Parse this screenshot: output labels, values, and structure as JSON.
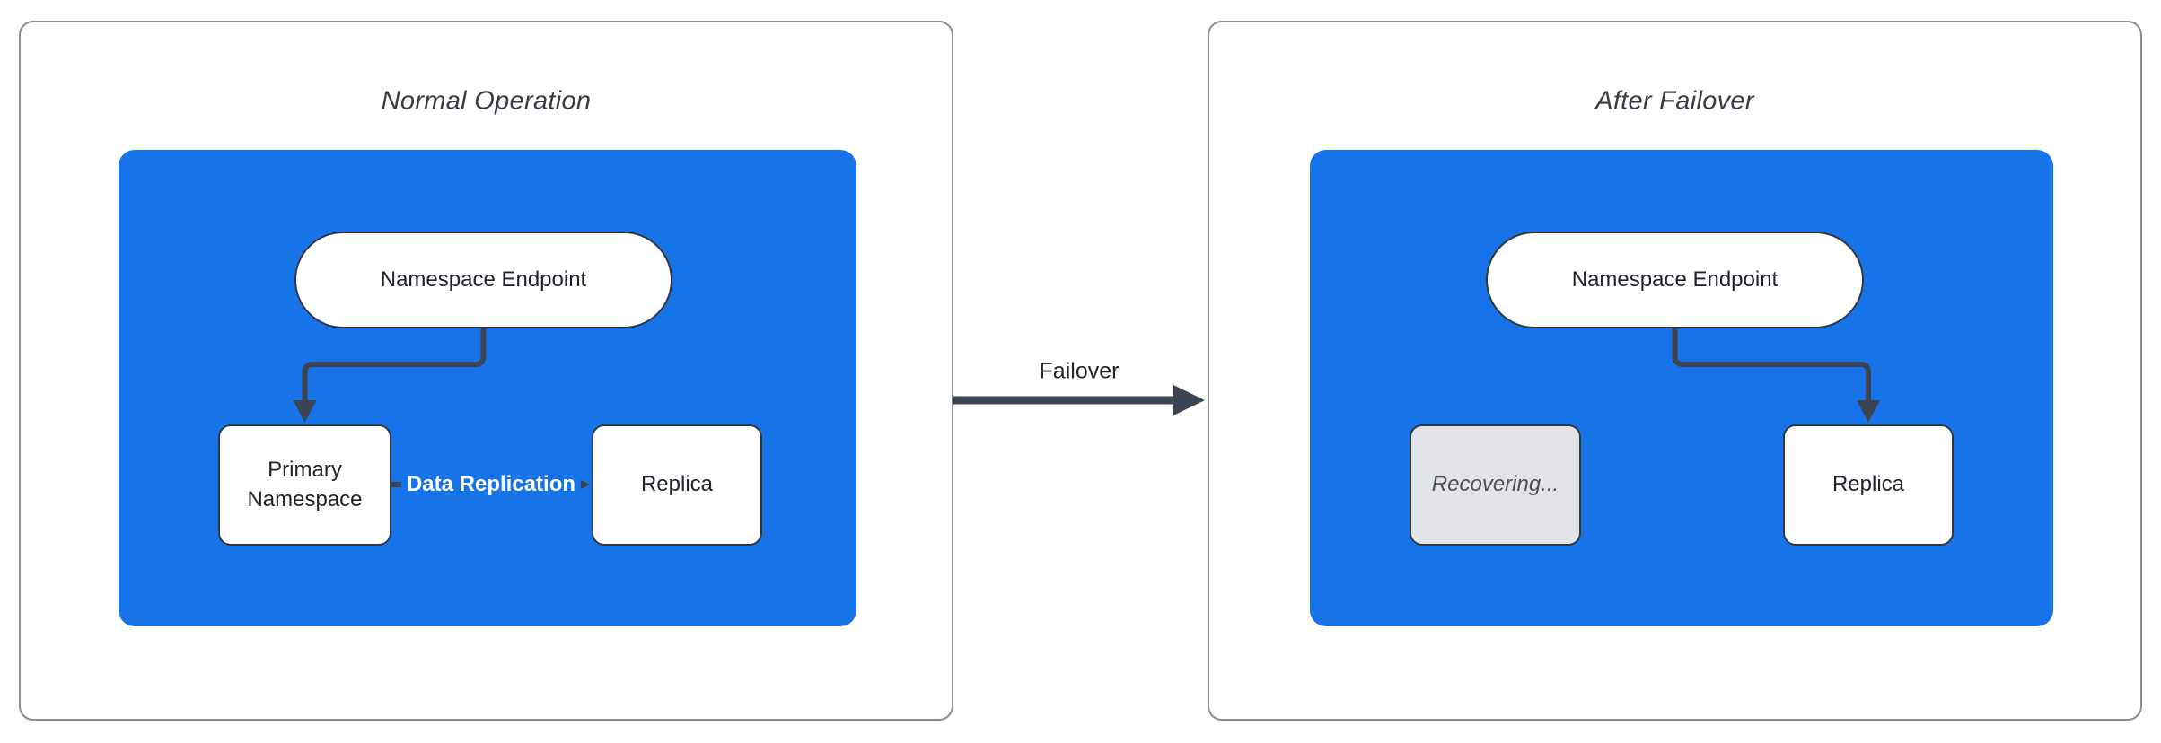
{
  "colors": {
    "canvas_bg": "#ffffff",
    "panel_border": "#8a8d93",
    "accent_blue": "#1673e8",
    "node_border": "#33383f",
    "connector": "#3c4453",
    "title_text": "#383c44",
    "node_text": "#20242b",
    "white_text": "#ffffff",
    "recovering_fill": "#e2e4e7",
    "recovering_text": "#4a5058"
  },
  "left_panel": {
    "title": "Normal Operation",
    "endpoint_label": "Namespace Endpoint",
    "primary_label": "Primary Namespace",
    "replica_label": "Replica",
    "replication_arrow_label": "Data Replication"
  },
  "right_panel": {
    "title": "After Failover",
    "endpoint_label": "Namespace Endpoint",
    "recovering_label": "Recovering...",
    "replica_label": "Replica"
  },
  "transition": {
    "label": "Failover"
  }
}
